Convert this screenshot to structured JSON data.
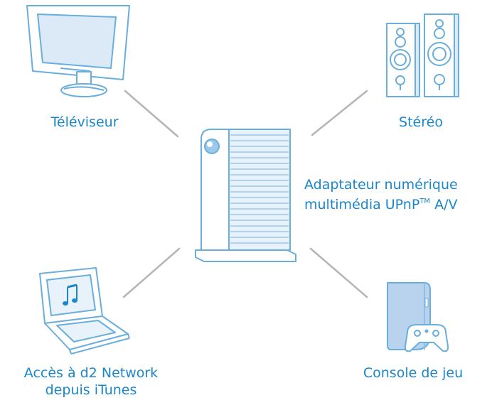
{
  "labels": {
    "tv": "Téléviseur",
    "stereo": "Stéréo",
    "adapter_line1": "Adaptateur numérique",
    "adapter_line2": "multimédia UPnP",
    "adapter_tm": "TM",
    "adapter_suffix": " A/V",
    "laptop_line1": "Accès à d2 Network",
    "laptop_line2": "depuis iTunes",
    "console": "Console de jeu"
  },
  "colors": {
    "outline": "#6aaedb",
    "fill": "#cfe3f3",
    "console_fill": "#b9d3ee",
    "connector": "#b5b5b5",
    "label": "#1b86c9"
  },
  "icons": {
    "tv": "television-icon",
    "stereo": "speakers-icon",
    "hub": "hard-drive-icon",
    "laptop": "laptop-icon",
    "music": "music-note-icon",
    "console": "game-console-icon",
    "gamepad": "gamepad-icon"
  }
}
